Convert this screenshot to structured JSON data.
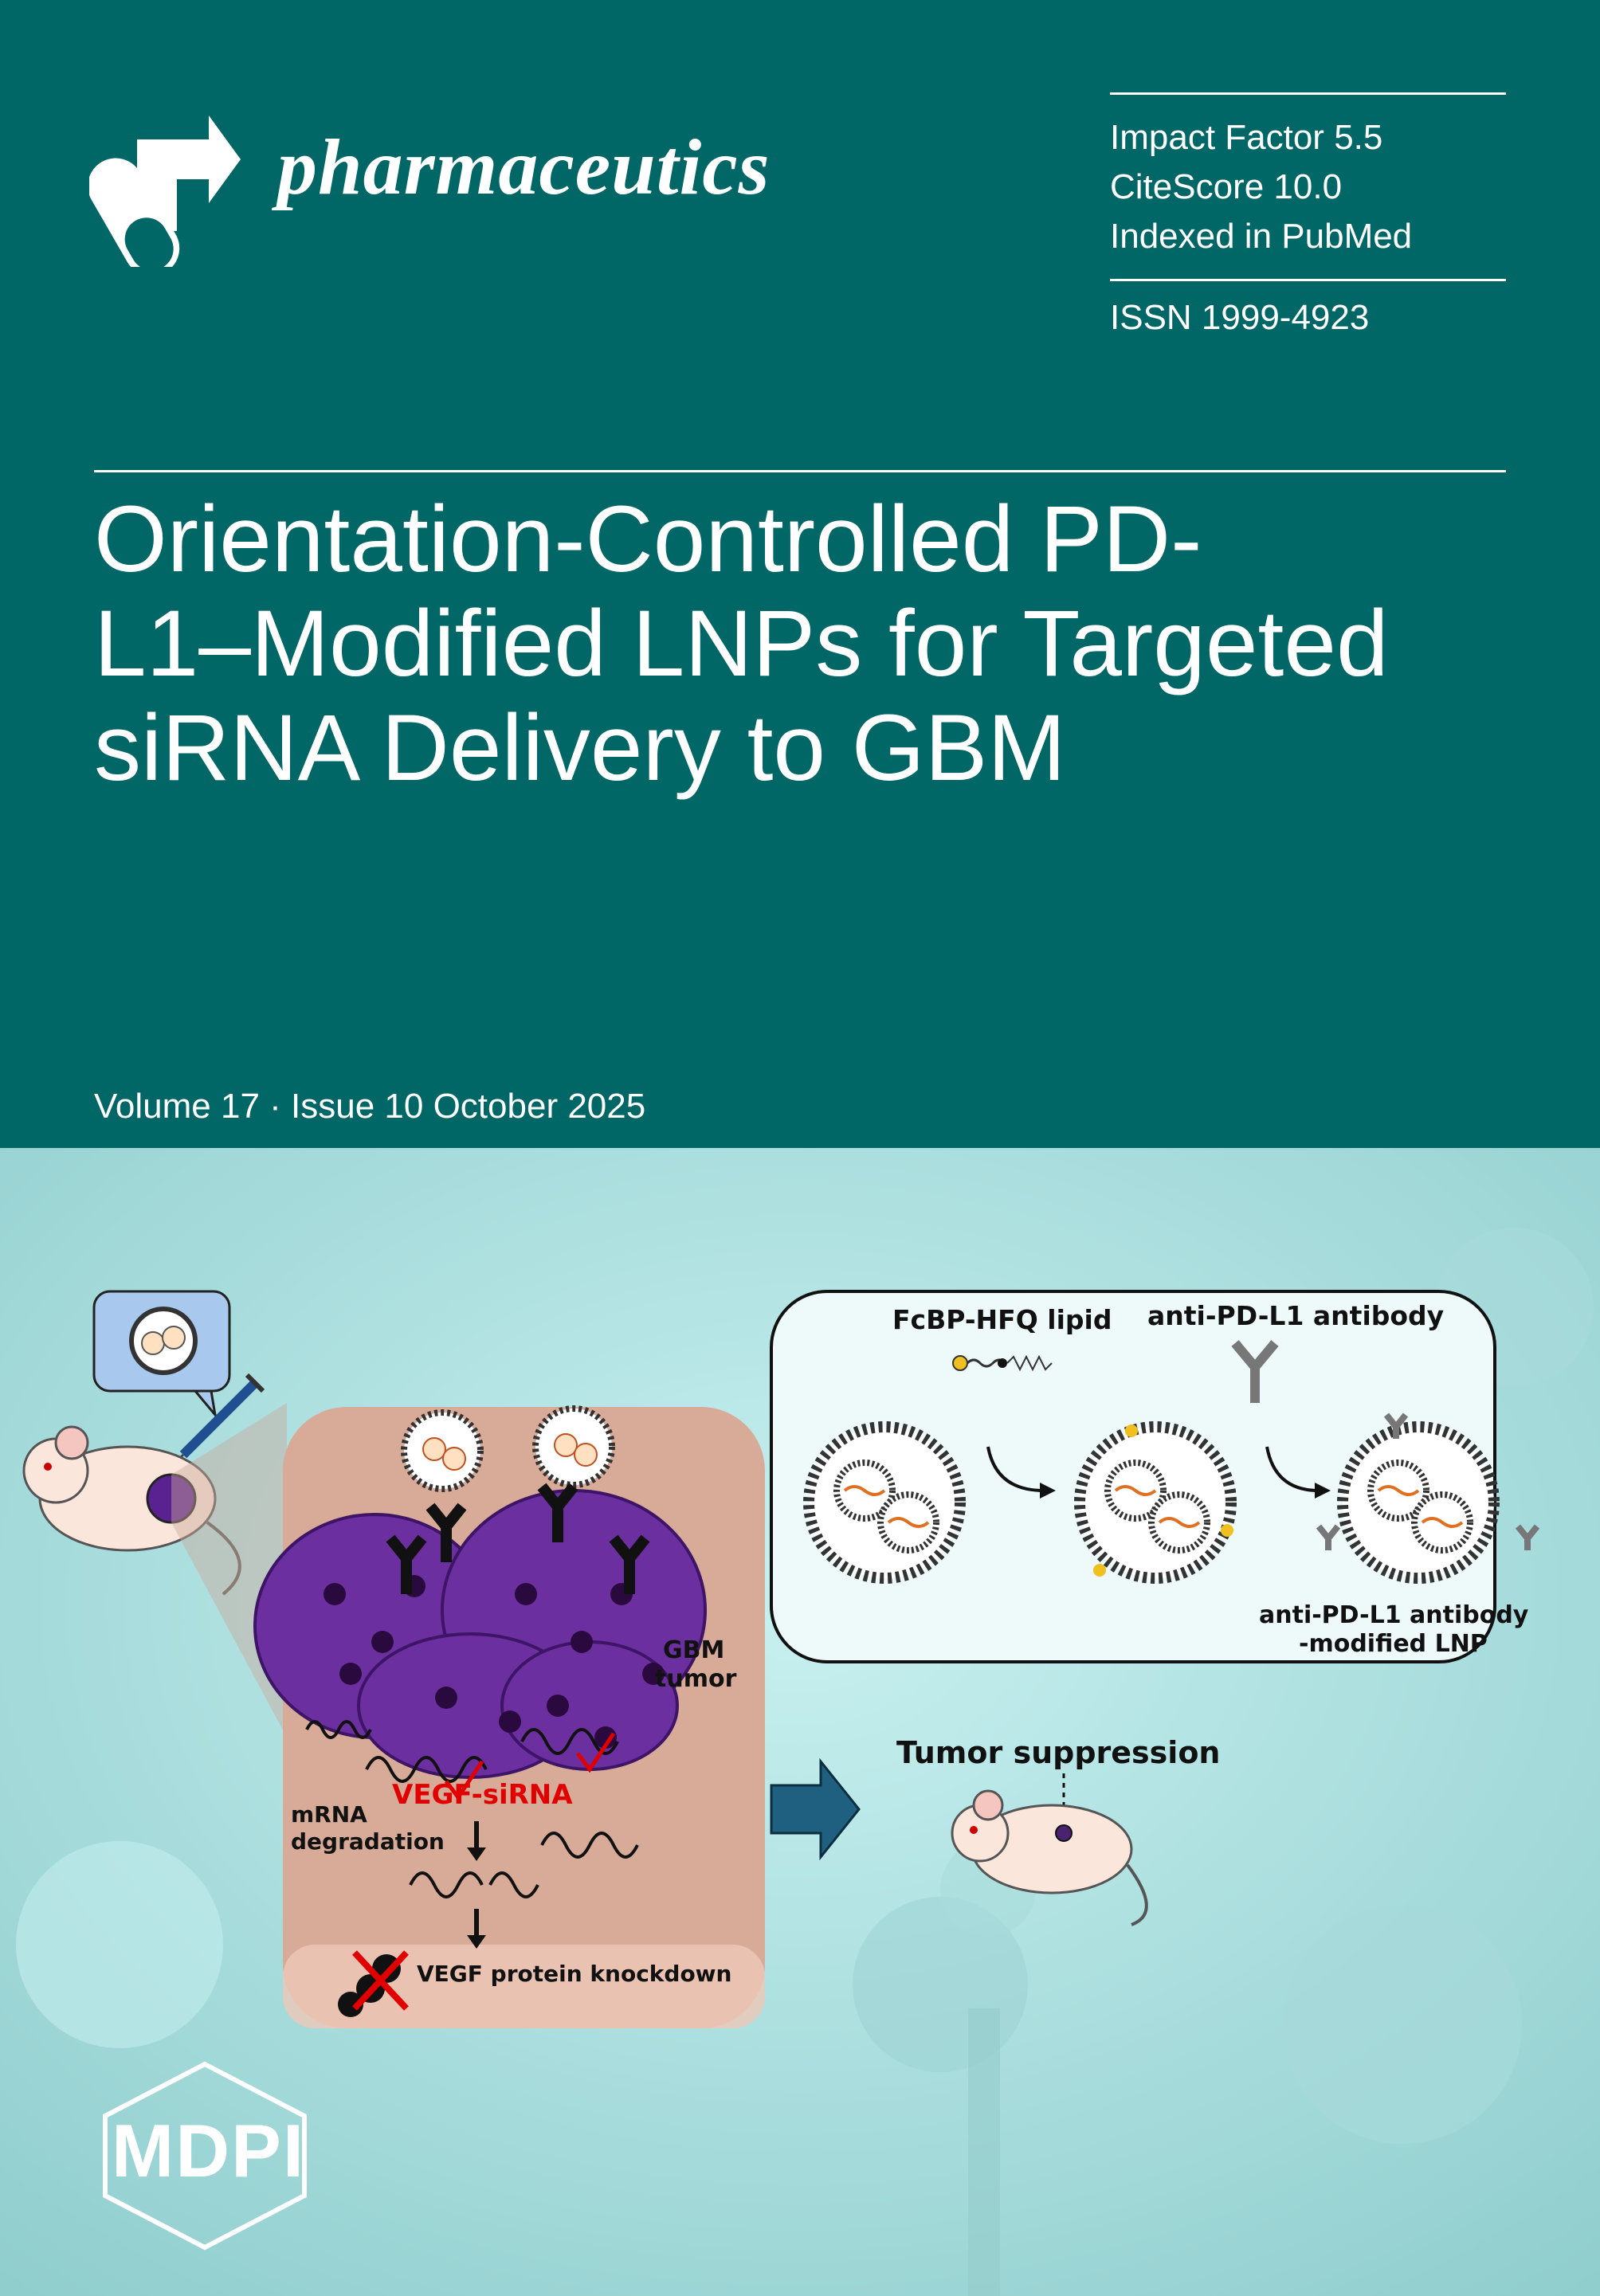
{
  "journal": {
    "name": "pharmaceutics",
    "publisher": "MDPI"
  },
  "metrics": {
    "impact_factor": "Impact Factor 5.5",
    "citescore": "CiteScore 10.0",
    "indexed": "Indexed in PubMed",
    "issn": "ISSN 1999-4923"
  },
  "article": {
    "title_lines": [
      "Orientation-Controlled PD-",
      "L1–Modified LNPs for Targeted",
      "siRNA Delivery to GBM"
    ]
  },
  "issue": {
    "text": "Volume 17 · Issue 10 October 2025"
  },
  "graphic": {
    "lipid_label": "FcBP-HFQ lipid",
    "antibody_label": "anti-PD-L1 antibody",
    "lnp_label_1": "anti-PD-L1 antibody",
    "lnp_label_2": "-modified LNP",
    "tumor_label_1": "GBM",
    "tumor_label_2": "tumor",
    "sirna_label": "VEGF-siRNA",
    "mrna_label_1": "mRNA",
    "mrna_label_2": "degradation",
    "knockdown_label": "VEGF protein knockdown",
    "suppression_label": "Tumor suppression"
  },
  "colors": {
    "header_bg": "#006666",
    "lower_bg": "#b6e6e6",
    "tumor_purple": "#6b2fa0",
    "sirna_red": "#e00000",
    "arrow_blue": "#1f5f80"
  }
}
